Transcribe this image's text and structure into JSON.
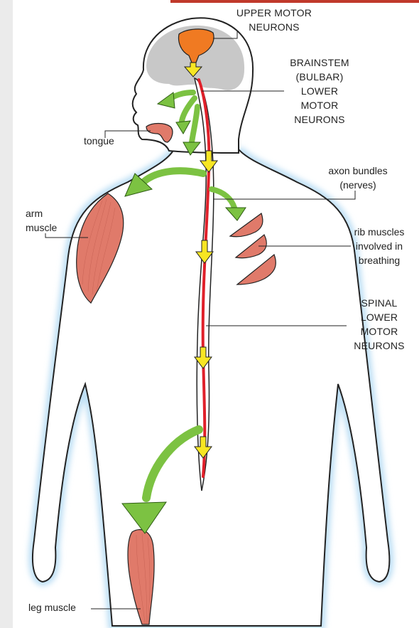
{
  "labels": {
    "upper_motor_neurons": "UPPER MOTOR\nNEURONS",
    "brainstem": "BRAINSTEM\n(BULBAR)\nLOWER\nMOTOR\nNEURONS",
    "tongue": "tongue",
    "axon_bundles": "axon bundles\n(nerves)",
    "arm_muscle": "arm\nmuscle",
    "rib_muscles": "rib muscles\ninvolved in\nbreathing",
    "spinal": "SPINAL\nLOWER\nMOTOR\nNEURONS",
    "leg_muscle": "leg muscle"
  },
  "colors": {
    "muscle": "#e07a6a",
    "upper_neuron": "#f07a22",
    "spinal_cord": "#e0202a",
    "arrow_green": "#7cc242",
    "arrow_yellow": "#f7e623",
    "brain": "#c8c8c8",
    "body_glow": "#bfe0f5"
  }
}
